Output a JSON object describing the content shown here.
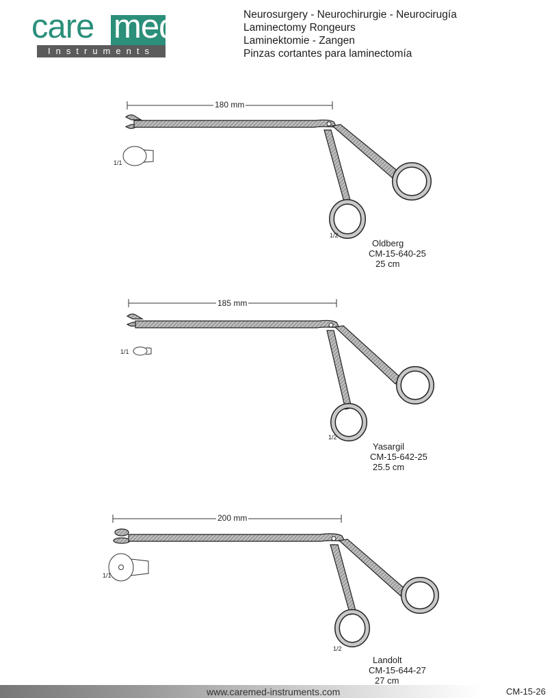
{
  "logo": {
    "word_left": "care",
    "word_right": "med",
    "tagline": "Instruments"
  },
  "header": {
    "lines": [
      "Neurosurgery  -  Neurochirurgie  -  Neurocirugía",
      "Laminectomy Rongeurs",
      "Laminektomie - Zangen",
      "Pinzas cortantes para laminectomía"
    ]
  },
  "instruments": [
    {
      "dimension": "180 mm",
      "tip_scale": "1/1",
      "handle_scale": "1/2",
      "name": "Oldberg",
      "code": "CM-15-640-25",
      "size": "25 cm"
    },
    {
      "dimension": "185 mm",
      "tip_scale": "1/1",
      "handle_scale": "1/2",
      "name": "Yasargil",
      "code": "CM-15-642-25",
      "size": "25.5 cm"
    },
    {
      "dimension": "200 mm",
      "tip_scale": "1/1",
      "handle_scale": "1/2",
      "name": "Landolt",
      "code": "CM-15-644-27",
      "size": "27 cm"
    }
  ],
  "footer": {
    "url": "www.caremed-instruments.com",
    "page_code": "CM-15-26"
  }
}
